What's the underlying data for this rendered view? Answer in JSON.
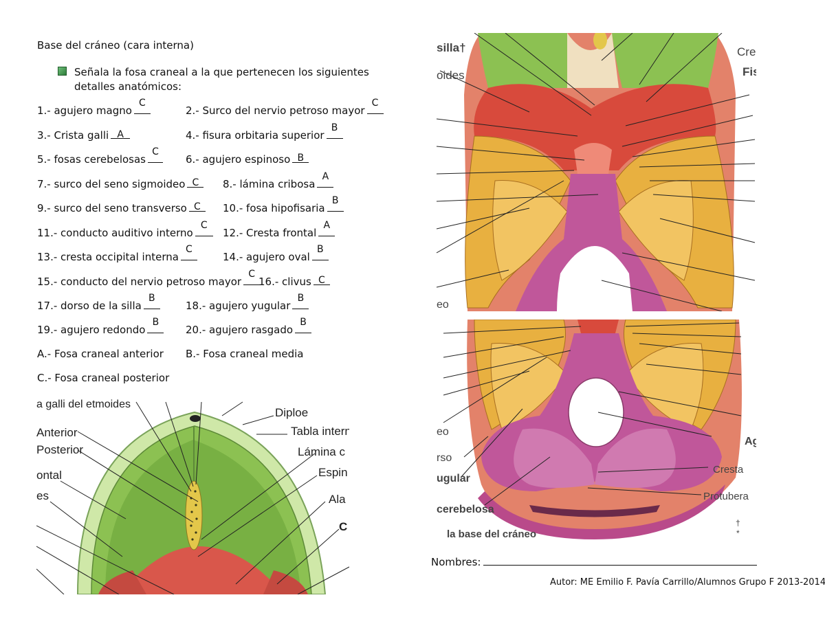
{
  "worksheet": {
    "title": "Base del cráneo (cara interna)",
    "instruction": "Señala la fosa craneal a la que pertenecen los siguientes detalles anatómicos:",
    "questions": [
      {
        "label": "1.- agujero magno",
        "answer": "C"
      },
      {
        "label": "2.- Surco del nervio petroso mayor",
        "answer": "C"
      },
      {
        "label": "3.- Crista galli",
        "answer": "A"
      },
      {
        "label": "4.- fisura orbitaria superior",
        "answer": "B"
      },
      {
        "label": "5.- fosas cerebelosas",
        "answer": "C"
      },
      {
        "label": "6.- agujero espinoso",
        "answer": "B"
      },
      {
        "label": "7.- surco del seno sigmoideo",
        "answer": "C"
      },
      {
        "label": "8.- lámina cribosa",
        "answer": "A"
      },
      {
        "label": "9.- surco del seno transverso",
        "answer": "C"
      },
      {
        "label": "10.- fosa hipofisaria",
        "answer": "B"
      },
      {
        "label": "11.- conducto auditivo interno",
        "answer": "C"
      },
      {
        "label": "12.- Cresta frontal",
        "answer": "A"
      },
      {
        "label": "13.- cresta occipital interna",
        "answer": "C"
      },
      {
        "label": "14.- agujero oval",
        "answer": "B"
      },
      {
        "label": "15.- conducto del nervio petroso mayor",
        "answer": "C"
      },
      {
        "label": "16.- clivus",
        "answer": "C"
      },
      {
        "label": "17.- dorso de la silla",
        "answer": "B"
      },
      {
        "label": "18.- agujero yugular",
        "answer": "B"
      },
      {
        "label": "19.- agujero redondo",
        "answer": "B"
      },
      {
        "label": "20.- agujero rasgado",
        "answer": "B"
      }
    ],
    "legend": {
      "a": "A.- Fosa craneal anterior",
      "b": "B.- Fosa craneal media",
      "c": "C.- Fosa craneal posterior"
    },
    "nombres_label": "Nombres:",
    "author": "Autor: ME Emilio F. Pavía Carrillo/Alumnos Grupo F 2013-2014"
  },
  "figure_anterior": {
    "labels": [
      "a galli del etmoides",
      "Anterior",
      "Posterior",
      "ontal",
      "es",
      "Diploe",
      "Tabla intern",
      "Lámina c",
      "Espin",
      "Ala",
      "C"
    ]
  },
  "figure_middle": {
    "labels": [
      "silla†",
      "oides",
      "eo",
      "Cre",
      "Fis"
    ]
  },
  "figure_posterior": {
    "labels": [
      "eo",
      "rso",
      "ugular",
      "cerebelosa",
      "la base del cráneo",
      "Ag",
      "Cresta",
      "Protubera",
      "†",
      "*"
    ]
  },
  "colors": {
    "anterior_fossa": "#7cb342",
    "middle_fossa": "#e8b040",
    "posterior_fossa": "#c0579a",
    "sphenoid_red": "#d84a3c",
    "bone_rim": "#e3826a"
  }
}
